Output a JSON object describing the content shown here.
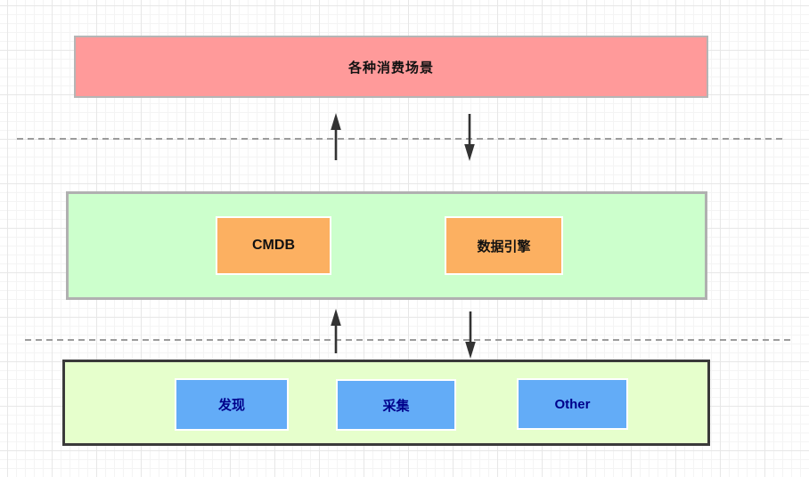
{
  "colors": {
    "canvas_bg": "#ffffff",
    "grid_minor": "#f4f4f4",
    "grid_major": "#e7e7e7",
    "top_layer_fill": "#ff9a9a",
    "top_layer_border": "#b5b5b5",
    "middle_layer_fill": "#ccffcc",
    "middle_layer_border": "#b0b0b0",
    "bottom_layer_fill": "#e6ffcc",
    "bottom_layer_border": "#3a3a3a",
    "orange_node_fill": "#fcb061",
    "blue_node_fill": "#63acf7",
    "blue_node_text": "#00008b",
    "node_border": "#ffffff",
    "black_text": "#111111",
    "arrow": "#333333",
    "dashed_line": "#8f8f8f"
  },
  "diagram": {
    "top_layer": {
      "label": "各种消费场景"
    },
    "middle_layer": {
      "nodes": [
        {
          "label": "CMDB"
        },
        {
          "label": "数据引擎"
        }
      ]
    },
    "bottom_layer": {
      "nodes": [
        {
          "label": "发现"
        },
        {
          "label": "采集"
        },
        {
          "label": "Other"
        }
      ]
    }
  }
}
